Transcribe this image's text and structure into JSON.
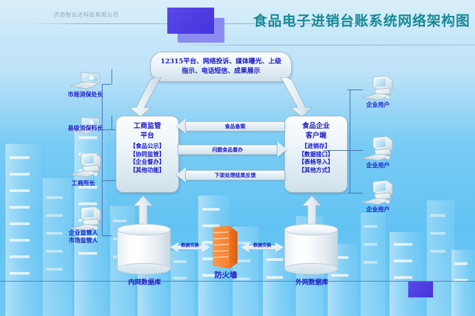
{
  "header": {
    "company": "济南智云达科技有限公司",
    "title": "食品电子进销台账系统网络架构图",
    "accent_color": "#178a95",
    "square_color": "#4334dc"
  },
  "top_node": {
    "line1": "12315平台、网络投诉、媒体曝光、上级",
    "line2": "指示、电话短信、成果展示"
  },
  "left_pillar": {
    "title_line1": "工商监管",
    "title_line2": "平台",
    "options": [
      "【食品公示】",
      "【协同监管】",
      "【企业督办】",
      "【其他功能】"
    ]
  },
  "right_pillar": {
    "title_line1": "食品企业",
    "title_line2": "客户端",
    "options": [
      "【进销存】",
      "【数据接口】",
      "【表格导入】",
      "【其他方式】"
    ]
  },
  "center_arrows": [
    {
      "label": "食品备案",
      "direction": "left"
    },
    {
      "label": "问题食品督办",
      "direction": "right"
    },
    {
      "label": "下架处理结果反馈",
      "direction": "left"
    }
  ],
  "databases": {
    "internal": "内网数据库",
    "external": "外网数据库"
  },
  "firewall": {
    "label": "防火墙",
    "color": "#f58232"
  },
  "data_exchange": {
    "left_label": "数据交换",
    "right_label": "数据交换"
  },
  "left_terminals": [
    {
      "label_line1": "市局消保处长",
      "label_line2": "",
      "icon": "laptop-icon"
    },
    {
      "label_line1": "县级消保科长",
      "label_line2": "",
      "icon": "laptop-icon"
    },
    {
      "label_line1": "工商所长",
      "label_line2": "",
      "icon": "desktop-icon"
    },
    {
      "label_line1": "企业监管人",
      "label_line2": "市场监管人",
      "icon": "desktop-icon"
    }
  ],
  "right_terminals": [
    {
      "label_line1": "企业用户",
      "icon": "desktop-icon"
    },
    {
      "label_line1": "企业用户",
      "icon": "desktop-icon"
    },
    {
      "label_line1": "企业用户",
      "icon": "desktop-icon"
    }
  ]
}
